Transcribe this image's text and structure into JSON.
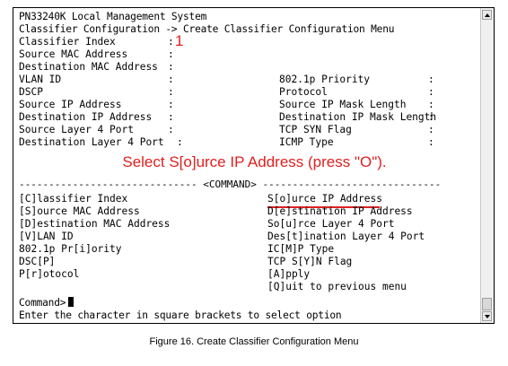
{
  "terminal": {
    "title": "PN33240K Local Management System",
    "breadcrumb": "Classifier Configuration -> Create Classifier Configuration Menu",
    "fields_left": [
      {
        "label": "Classifier Index",
        "colon": ":",
        "value": "1"
      },
      {
        "label": "Source MAC Address",
        "colon": ":"
      },
      {
        "label": "Destination MAC Address",
        "colon": ":"
      },
      {
        "label": "VLAN ID",
        "colon": ":"
      },
      {
        "label": "DSCP",
        "colon": ":"
      },
      {
        "label": "Source IP Address",
        "colon": ":"
      },
      {
        "label": "Destination IP Address",
        "colon": ":"
      },
      {
        "label": "Source Layer 4 Port",
        "colon": ":"
      },
      {
        "label": "Destination Layer 4 Port",
        "colon": ":"
      }
    ],
    "fields_right": [
      {
        "label": "802.1p Priority",
        "colon": ":"
      },
      {
        "label": "Protocol",
        "colon": ":"
      },
      {
        "label": "Source IP Mask Length",
        "colon": ":"
      },
      {
        "label": "Destination IP Mask Length",
        "colon": ":"
      },
      {
        "label": "TCP SYN Flag",
        "colon": ":"
      },
      {
        "label": "ICMP Type",
        "colon": ":"
      }
    ],
    "annotation": "Select S[o]urce IP Address (press \"O\").",
    "command_divider": "------------------------------ <COMMAND> ------------------------------",
    "menu_left": [
      "[C]lassifier Index",
      "[S]ource MAC Address",
      "[D]estination MAC Address",
      "[V]LAN ID",
      "802.1p Pr[i]ority",
      "DSC[P]",
      "P[r]otocol"
    ],
    "menu_right": [
      "S[o]urce IP Address",
      "D[e]stination IP Address",
      "So[u]rce Layer 4 Port",
      "Des[t]ination Layer 4 Port",
      "IC[M]P Type",
      "TCP S[Y]N Flag",
      "[A]pply",
      "[Q]uit to previous menu"
    ],
    "prompt": "Command>",
    "hint": "Enter the character in square brackets to select option"
  },
  "caption": "Figure 16. Create Classifier Configuration Menu",
  "colors": {
    "annotation": "#e02020",
    "text": "#000000",
    "border": "#000000"
  },
  "icons": {
    "scroll_up": "triangle-up-icon",
    "scroll_down": "triangle-down-icon"
  }
}
